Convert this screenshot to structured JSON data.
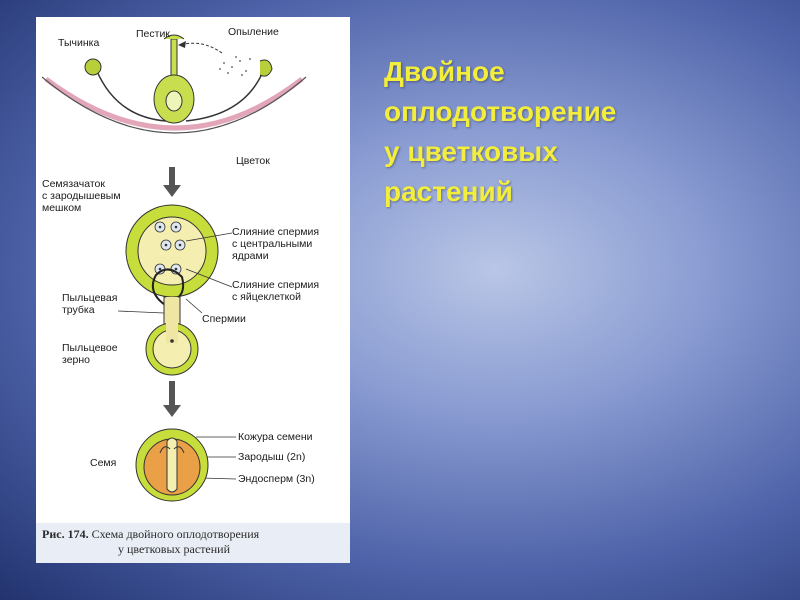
{
  "slide": {
    "title_lines": [
      "Двойное",
      "оплодотворение",
      "у цветковых",
      "растений"
    ]
  },
  "figure": {
    "labels": {
      "stamen": "Тычинка",
      "pistil": "Пестик",
      "pollination": "Опыление",
      "flower": "Цветок",
      "ovule_line1": "Семязачаток",
      "ovule_line2": "с зародышевым",
      "ovule_line3": "мешком",
      "fusion_central_line1": "Слияние спермия",
      "fusion_central_line2": "с центральными",
      "fusion_central_line3": "ядрами",
      "fusion_egg_line1": "Слияние спермия",
      "fusion_egg_line2": "с яйцеклеткой",
      "pollen_tube_line1": "Пыльцевая",
      "pollen_tube_line2": "трубка",
      "sperms": "Спермии",
      "pollen_grain_line1": "Пыльцевое",
      "pollen_grain_line2": "зерно",
      "seed": "Семя",
      "seed_coat": "Кожура семени",
      "embryo": "Зародыш (2n)",
      "endosperm": "Эндосперм (3n)"
    },
    "caption": {
      "number": "Рис. 174.",
      "text_line1": "Схема двойного оплодотворения",
      "text_line2": "у цветковых растений"
    }
  }
}
